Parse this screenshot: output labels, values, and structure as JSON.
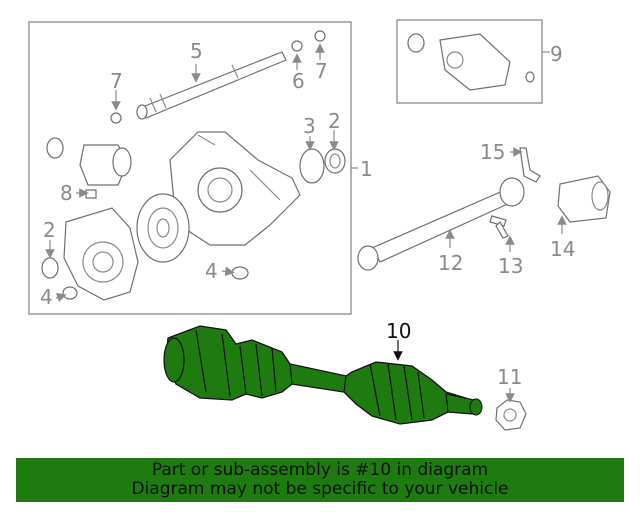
{
  "callouts": {
    "c1": "1",
    "c2a": "2",
    "c2b": "2",
    "c3": "3",
    "c4a": "4",
    "c4b": "4",
    "c5": "5",
    "c6": "6",
    "c7a": "7",
    "c7b": "7",
    "c8": "8",
    "c9": "9",
    "c10": "10",
    "c11": "11",
    "c12": "12",
    "c13": "13",
    "c14": "14",
    "c15": "15"
  },
  "highlight": {
    "part_number": "10",
    "color": "#1e7b10"
  },
  "banner": {
    "line1": "Part or sub-assembly is #10 in diagram",
    "line2": "Diagram may not be specific to your vehicle"
  },
  "colors": {
    "line": "#8a8a8a",
    "highlight_fill": "#1e7b10",
    "outline": "#111111"
  }
}
